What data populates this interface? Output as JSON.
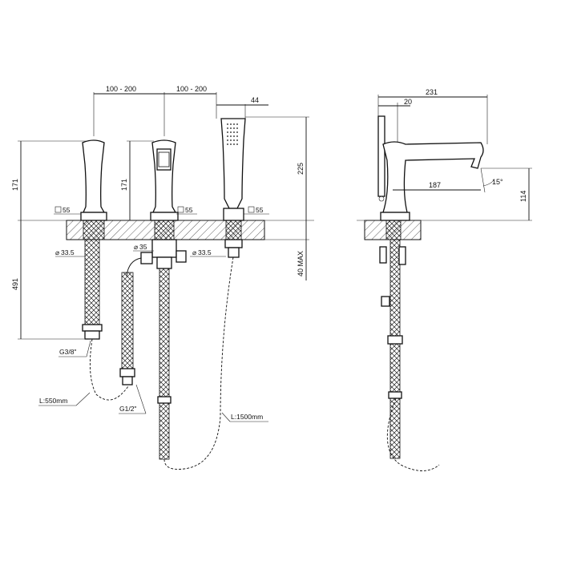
{
  "front_view": {
    "spacing_left": "100 - 200",
    "spacing_right": "100 - 200",
    "shower_width": "44",
    "height_handle_left": "171",
    "height_handle_center": "171",
    "height_shower": "225",
    "deck_max": "40 MAX",
    "hose_length_lower": "491",
    "base_left": "55",
    "base_center": "55",
    "base_shower": "55",
    "hole_left": "33.5",
    "hole_center": "35",
    "hole_shower": "33.5",
    "thread_left": "G3/8\"",
    "thread_center": "G1/2\"",
    "hose_len_left": "L:550mm",
    "hose_len_shower": "L:1500mm"
  },
  "side_view": {
    "total_depth": "231",
    "shower_offset": "20",
    "spout_reach": "187",
    "spout_angle": "15°",
    "spout_height": "114"
  }
}
